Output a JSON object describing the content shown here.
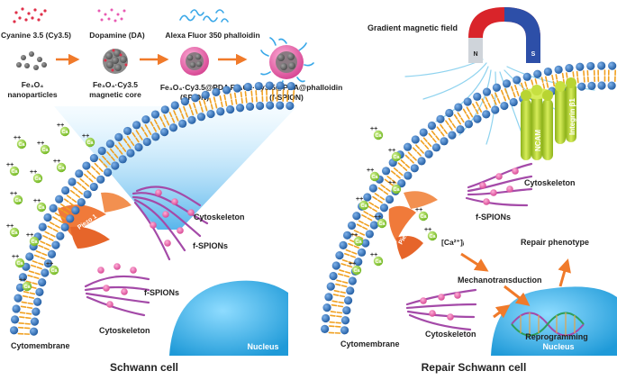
{
  "top_row": {
    "reagents": {
      "cy35": "Cyanine 3.5 (Cy3.5)",
      "dopamine": "Dopamine (DA)",
      "phalloidin": "Alexa Fluor 350 phalloidin"
    },
    "stages": {
      "s1_line1": "Fe₃O₄",
      "s1_line2": "nanoparticles",
      "s2_line1": "Fe₃O₄·Cy3.5",
      "s2_line2": "magnetic core",
      "s3_line1": "Fe₃O₄·Cy3.5@PDA",
      "s3_line2": "(SPION)",
      "s4_line1": "Fe₃O₄·Cy3.5@PDA@phalloidin",
      "s4_line2": "(f-SPION)"
    }
  },
  "left_panel": {
    "title": "Schwann cell",
    "cytoskeleton_upper": "Cytoskeleton",
    "fspions_upper": "f-SPIONs",
    "fspions_lower": "f-SPIONs",
    "cytoskeleton_lower": "Cytoskeleton",
    "cytomembrane": "Cytomembrane",
    "nucleus": "Nucleus",
    "piezo": "Piezo 1",
    "ca_symbol": "Ca"
  },
  "right_panel": {
    "title": "Repair Schwann cell",
    "field": "Gradient magnetic field",
    "magnet_n": "N",
    "magnet_s": "S",
    "ncam": "NCAM",
    "integrin": "Integrin β1",
    "cytoskeleton_upper": "Cytoskeleton",
    "fspions": "f-SPIONs",
    "ca_in": "[Ca²⁺]ᵢ",
    "repair_phenotype": "Repair phenotype",
    "mechanotransduction": "Mechanotransduction",
    "cytoskeleton_lower": "Cytoskeleton",
    "cytomembrane": "Cytomembrane",
    "reprogramming": "Reprogramming",
    "nucleus": "Nucleus",
    "piezo": "Piezo 1"
  },
  "colors": {
    "membrane_bead": "#2f6fb5",
    "lipid_tail": "#f0a020",
    "nucleus": "#3fb4e8",
    "calcium": "#8ad02e",
    "arrow": "#f07a2a",
    "piezo": "#f07a3a",
    "cytoskeleton": "#a44aa8",
    "receptor": "#b8d432",
    "magnet_red": "#d9242a",
    "magnet_blue": "#2d4fa8"
  }
}
